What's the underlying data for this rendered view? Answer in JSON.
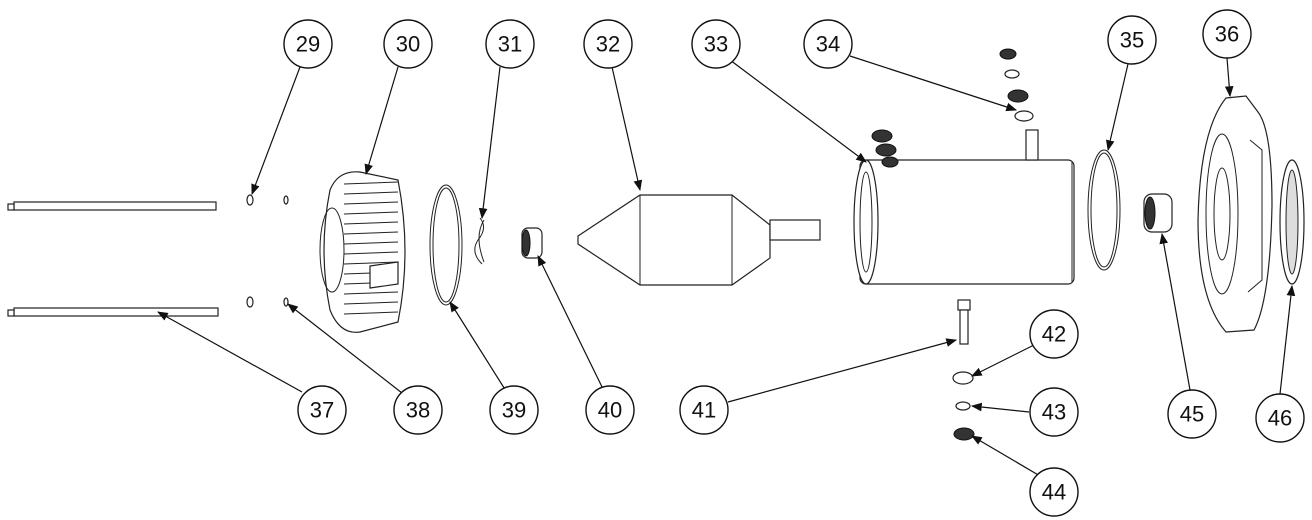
{
  "callouts": [
    {
      "id": "29",
      "label": "29"
    },
    {
      "id": "30",
      "label": "30"
    },
    {
      "id": "31",
      "label": "31"
    },
    {
      "id": "32",
      "label": "32"
    },
    {
      "id": "33",
      "label": "33"
    },
    {
      "id": "34",
      "label": "34"
    },
    {
      "id": "35",
      "label": "35"
    },
    {
      "id": "36",
      "label": "36"
    },
    {
      "id": "37",
      "label": "37"
    },
    {
      "id": "38",
      "label": "38"
    },
    {
      "id": "39",
      "label": "39"
    },
    {
      "id": "40",
      "label": "40"
    },
    {
      "id": "41",
      "label": "41"
    },
    {
      "id": "42",
      "label": "42"
    },
    {
      "id": "43",
      "label": "43"
    },
    {
      "id": "44",
      "label": "44"
    },
    {
      "id": "45",
      "label": "45"
    },
    {
      "id": "46",
      "label": "46"
    }
  ],
  "colors": {
    "line": "#111111",
    "paper": "#ffffff"
  }
}
